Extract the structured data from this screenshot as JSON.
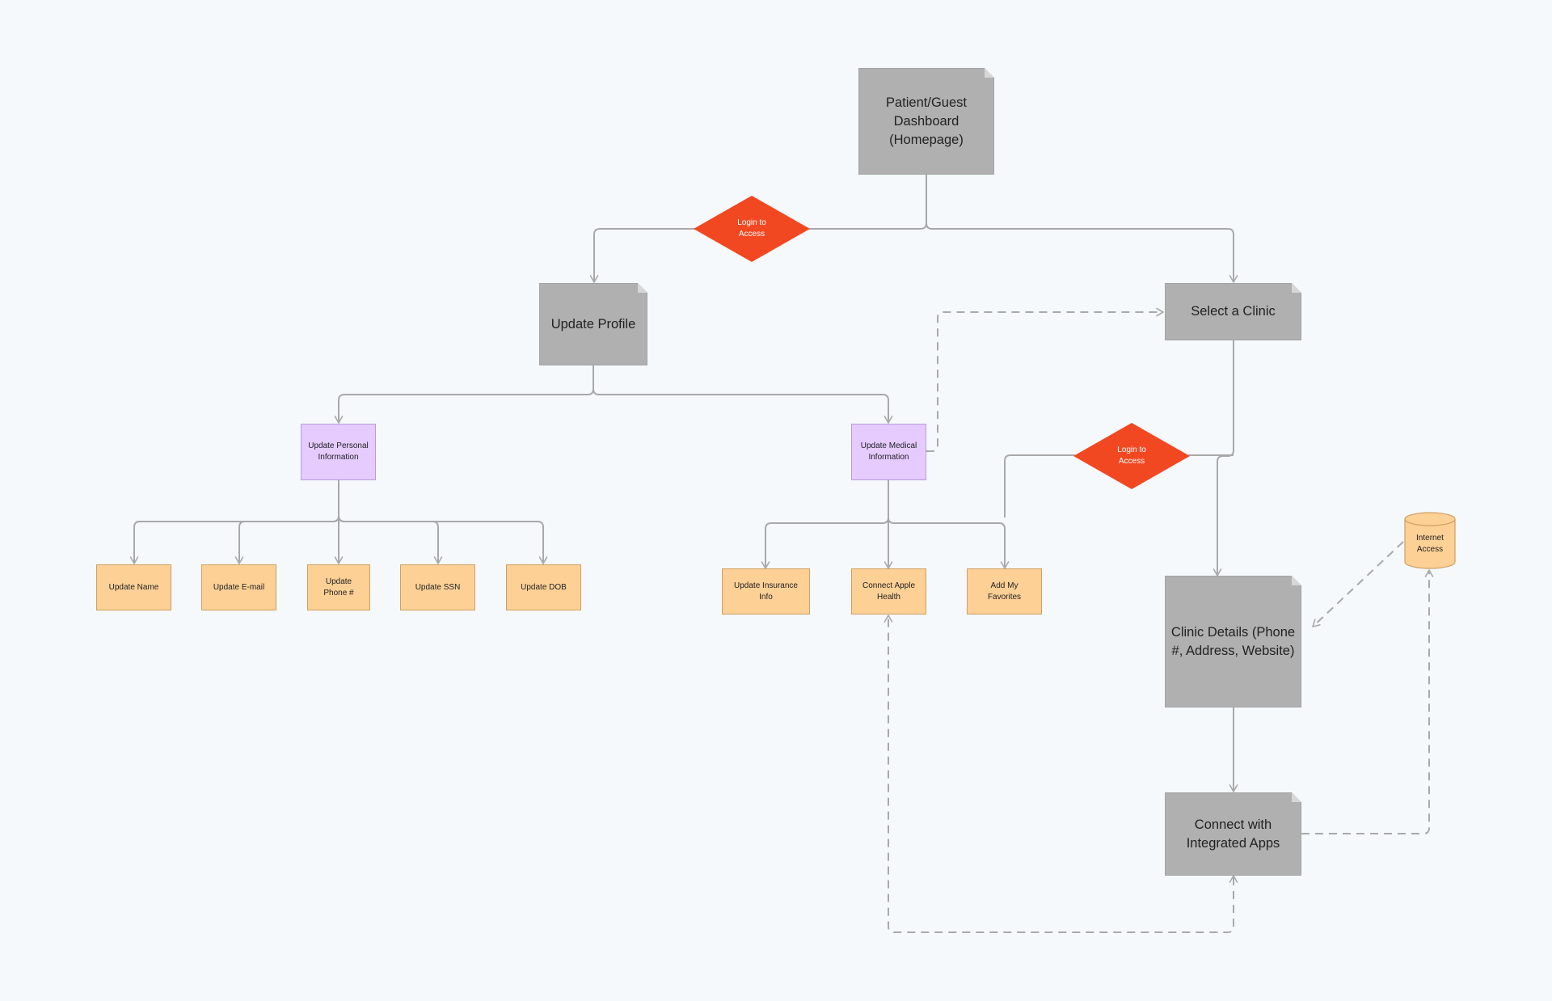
{
  "nodes": {
    "dashboard": "Patient/Guest\nDashboard\n(Homepage)",
    "login1": "Login to\nAccess",
    "update_profile": "Update Profile",
    "select_clinic": "Select a Clinic",
    "update_personal": "Update Personal\nInformation",
    "update_medical": "Update Medical\nInformation",
    "login2": "Login to\nAccess",
    "update_name": "Update Name",
    "update_email": "Update E-mail",
    "update_phone": "Update\nPhone #",
    "update_ssn": "Update SSN",
    "update_dob": "Update DOB",
    "update_insurance": "Update Insurance\nInfo",
    "connect_apple_health": "Connect Apple\nHealth",
    "add_favorites": "Add My\nFavorites",
    "clinic_details": "Clinic Details (Phone\n#, Address, Website)",
    "internet_access": "Internet\nAccess",
    "connect_integrated": "Connect with\nIntegrated Apps"
  },
  "colors": {
    "page": "#b0b0b0",
    "decision": "#f24822",
    "sub_topic": "#e5cbff",
    "leaf": "#fdd096",
    "connector": "#a9a9a9",
    "background": "#f5f9fc"
  }
}
